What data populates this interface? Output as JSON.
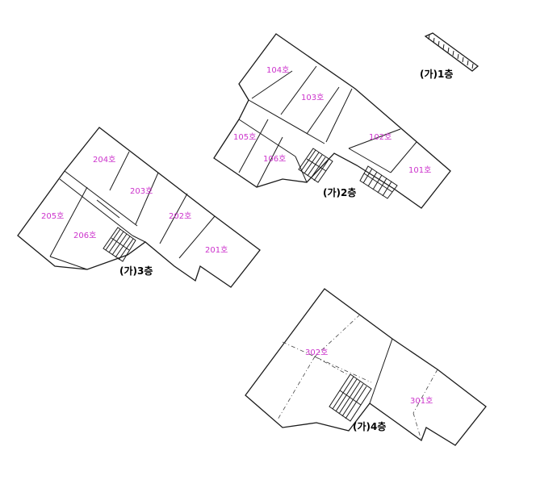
{
  "colors": {
    "unit_label": "#cc33cc",
    "floor_label": "#111111",
    "line": "#1a1a1a"
  },
  "floors": {
    "f1": {
      "label": "(가)1층"
    },
    "f2": {
      "label": "(가)2층",
      "units": [
        "104호",
        "103호",
        "105호",
        "106호",
        "102호",
        "101호"
      ]
    },
    "f3": {
      "label": "(가)3층",
      "units": [
        "204호",
        "203호",
        "205호",
        "206호",
        "202호",
        "201호"
      ]
    },
    "f4": {
      "label": "(가)4층",
      "units": [
        "302호",
        "301호"
      ]
    }
  }
}
